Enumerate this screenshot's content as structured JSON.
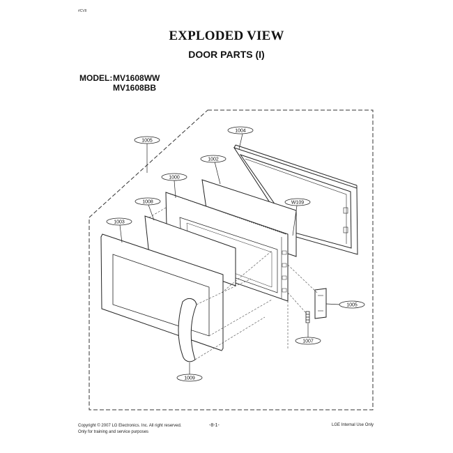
{
  "page_tag": "#CVII",
  "title": "EXPLODED VIEW",
  "subtitle": "DOOR PARTS (I)",
  "model": {
    "label": "MODEL:",
    "numbers": [
      "MV1608WW",
      "MV1608BB"
    ]
  },
  "callouts": [
    {
      "id": "1004",
      "text": "1004"
    },
    {
      "id": "1005-top",
      "text": "1005"
    },
    {
      "id": "1002",
      "text": "1002"
    },
    {
      "id": "1000",
      "text": "1000"
    },
    {
      "id": "1008",
      "text": "1008"
    },
    {
      "id": "w109",
      "text": "W109"
    },
    {
      "id": "1003",
      "text": "1003"
    },
    {
      "id": "1005-right",
      "text": "1005"
    },
    {
      "id": "1007",
      "text": "1007"
    },
    {
      "id": "1009",
      "text": "1009"
    }
  ],
  "footer": {
    "copyright_line1": "Copyright © 2007 LG Electronics. Inc. All right reserved.",
    "copyright_line2": "Only for training and service purposes",
    "page_number": "-8-1-",
    "internal": "LGE Internal Use Only"
  }
}
